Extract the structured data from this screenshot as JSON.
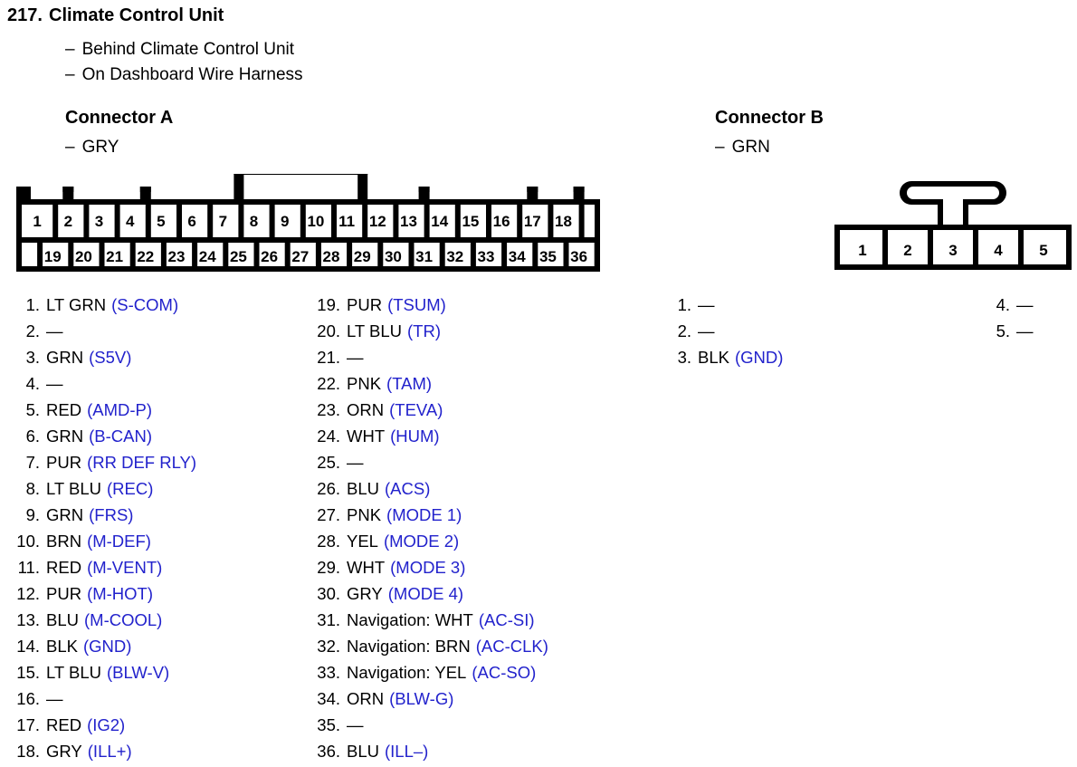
{
  "header": {
    "number": "217.",
    "title": "Climate Control Unit",
    "locations": [
      "Behind Climate Control Unit",
      "On Dashboard Wire Harness"
    ],
    "dash": "–"
  },
  "colors": {
    "signal_blue": "#2222cc",
    "text_black": "#000000",
    "line_black": "#000000"
  },
  "connector_a": {
    "title": "Connector A",
    "wire_color": "GRY",
    "top_row_pins": [
      "1",
      "2",
      "3",
      "4",
      "5",
      "6",
      "7",
      "8",
      "9",
      "10",
      "11",
      "12",
      "13",
      "14",
      "15",
      "16",
      "17",
      "18"
    ],
    "bottom_row_pins": [
      "19",
      "20",
      "21",
      "22",
      "23",
      "24",
      "25",
      "26",
      "27",
      "28",
      "29",
      "30",
      "31",
      "32",
      "33",
      "34",
      "35",
      "36"
    ],
    "pins": [
      {
        "num": "1.",
        "wire": "LT GRN",
        "signal": "(S-COM)"
      },
      {
        "num": "2.",
        "wire": "—",
        "signal": ""
      },
      {
        "num": "3.",
        "wire": "GRN",
        "signal": "(S5V)"
      },
      {
        "num": "4.",
        "wire": "—",
        "signal": ""
      },
      {
        "num": "5.",
        "wire": "RED",
        "signal": "(AMD-P)"
      },
      {
        "num": "6.",
        "wire": "GRN",
        "signal": "(B-CAN)"
      },
      {
        "num": "7.",
        "wire": "PUR",
        "signal": "(RR DEF RLY)"
      },
      {
        "num": "8.",
        "wire": "LT BLU",
        "signal": "(REC)"
      },
      {
        "num": "9.",
        "wire": "GRN",
        "signal": "(FRS)"
      },
      {
        "num": "10.",
        "wire": "BRN",
        "signal": "(M-DEF)"
      },
      {
        "num": "11.",
        "wire": "RED",
        "signal": "(M-VENT)"
      },
      {
        "num": "12.",
        "wire": "PUR",
        "signal": "(M-HOT)"
      },
      {
        "num": "13.",
        "wire": "BLU",
        "signal": "(M-COOL)"
      },
      {
        "num": "14.",
        "wire": "BLK",
        "signal": "(GND)"
      },
      {
        "num": "15.",
        "wire": "LT BLU",
        "signal": "(BLW-V)"
      },
      {
        "num": "16.",
        "wire": "—",
        "signal": ""
      },
      {
        "num": "17.",
        "wire": "RED",
        "signal": "(IG2)"
      },
      {
        "num": "18.",
        "wire": "GRY",
        "signal": "(ILL+)"
      },
      {
        "num": "19.",
        "wire": "PUR",
        "signal": "(TSUM)"
      },
      {
        "num": "20.",
        "wire": "LT BLU",
        "signal": "(TR)"
      },
      {
        "num": "21.",
        "wire": "—",
        "signal": ""
      },
      {
        "num": "22.",
        "wire": "PNK",
        "signal": "(TAM)"
      },
      {
        "num": "23.",
        "wire": "ORN",
        "signal": "(TEVA)"
      },
      {
        "num": "24.",
        "wire": "WHT",
        "signal": "(HUM)"
      },
      {
        "num": "25.",
        "wire": "—",
        "signal": ""
      },
      {
        "num": "26.",
        "wire": "BLU",
        "signal": "(ACS)"
      },
      {
        "num": "27.",
        "wire": "PNK",
        "signal": "(MODE 1)"
      },
      {
        "num": "28.",
        "wire": "YEL",
        "signal": "(MODE 2)"
      },
      {
        "num": "29.",
        "wire": "WHT",
        "signal": "(MODE 3)"
      },
      {
        "num": "30.",
        "wire": "GRY",
        "signal": "(MODE 4)"
      },
      {
        "num": "31.",
        "wire": "Navigation: WHT",
        "signal": "(AC-SI)"
      },
      {
        "num": "32.",
        "wire": "Navigation: BRN",
        "signal": "(AC-CLK)"
      },
      {
        "num": "33.",
        "wire": "Navigation: YEL",
        "signal": "(AC-SO)"
      },
      {
        "num": "34.",
        "wire": "ORN",
        "signal": "(BLW-G)"
      },
      {
        "num": "35.",
        "wire": "—",
        "signal": ""
      },
      {
        "num": "36.",
        "wire": "BLU",
        "signal": "(ILL–)"
      }
    ]
  },
  "connector_b": {
    "title": "Connector B",
    "wire_color": "GRN",
    "row_pins": [
      "1",
      "2",
      "3",
      "4",
      "5"
    ],
    "pins": [
      {
        "num": "1.",
        "wire": "—",
        "signal": ""
      },
      {
        "num": "2.",
        "wire": "—",
        "signal": ""
      },
      {
        "num": "3.",
        "wire": "BLK",
        "signal": "(GND)"
      },
      {
        "num": "4.",
        "wire": "—",
        "signal": ""
      },
      {
        "num": "5.",
        "wire": "—",
        "signal": ""
      }
    ]
  }
}
